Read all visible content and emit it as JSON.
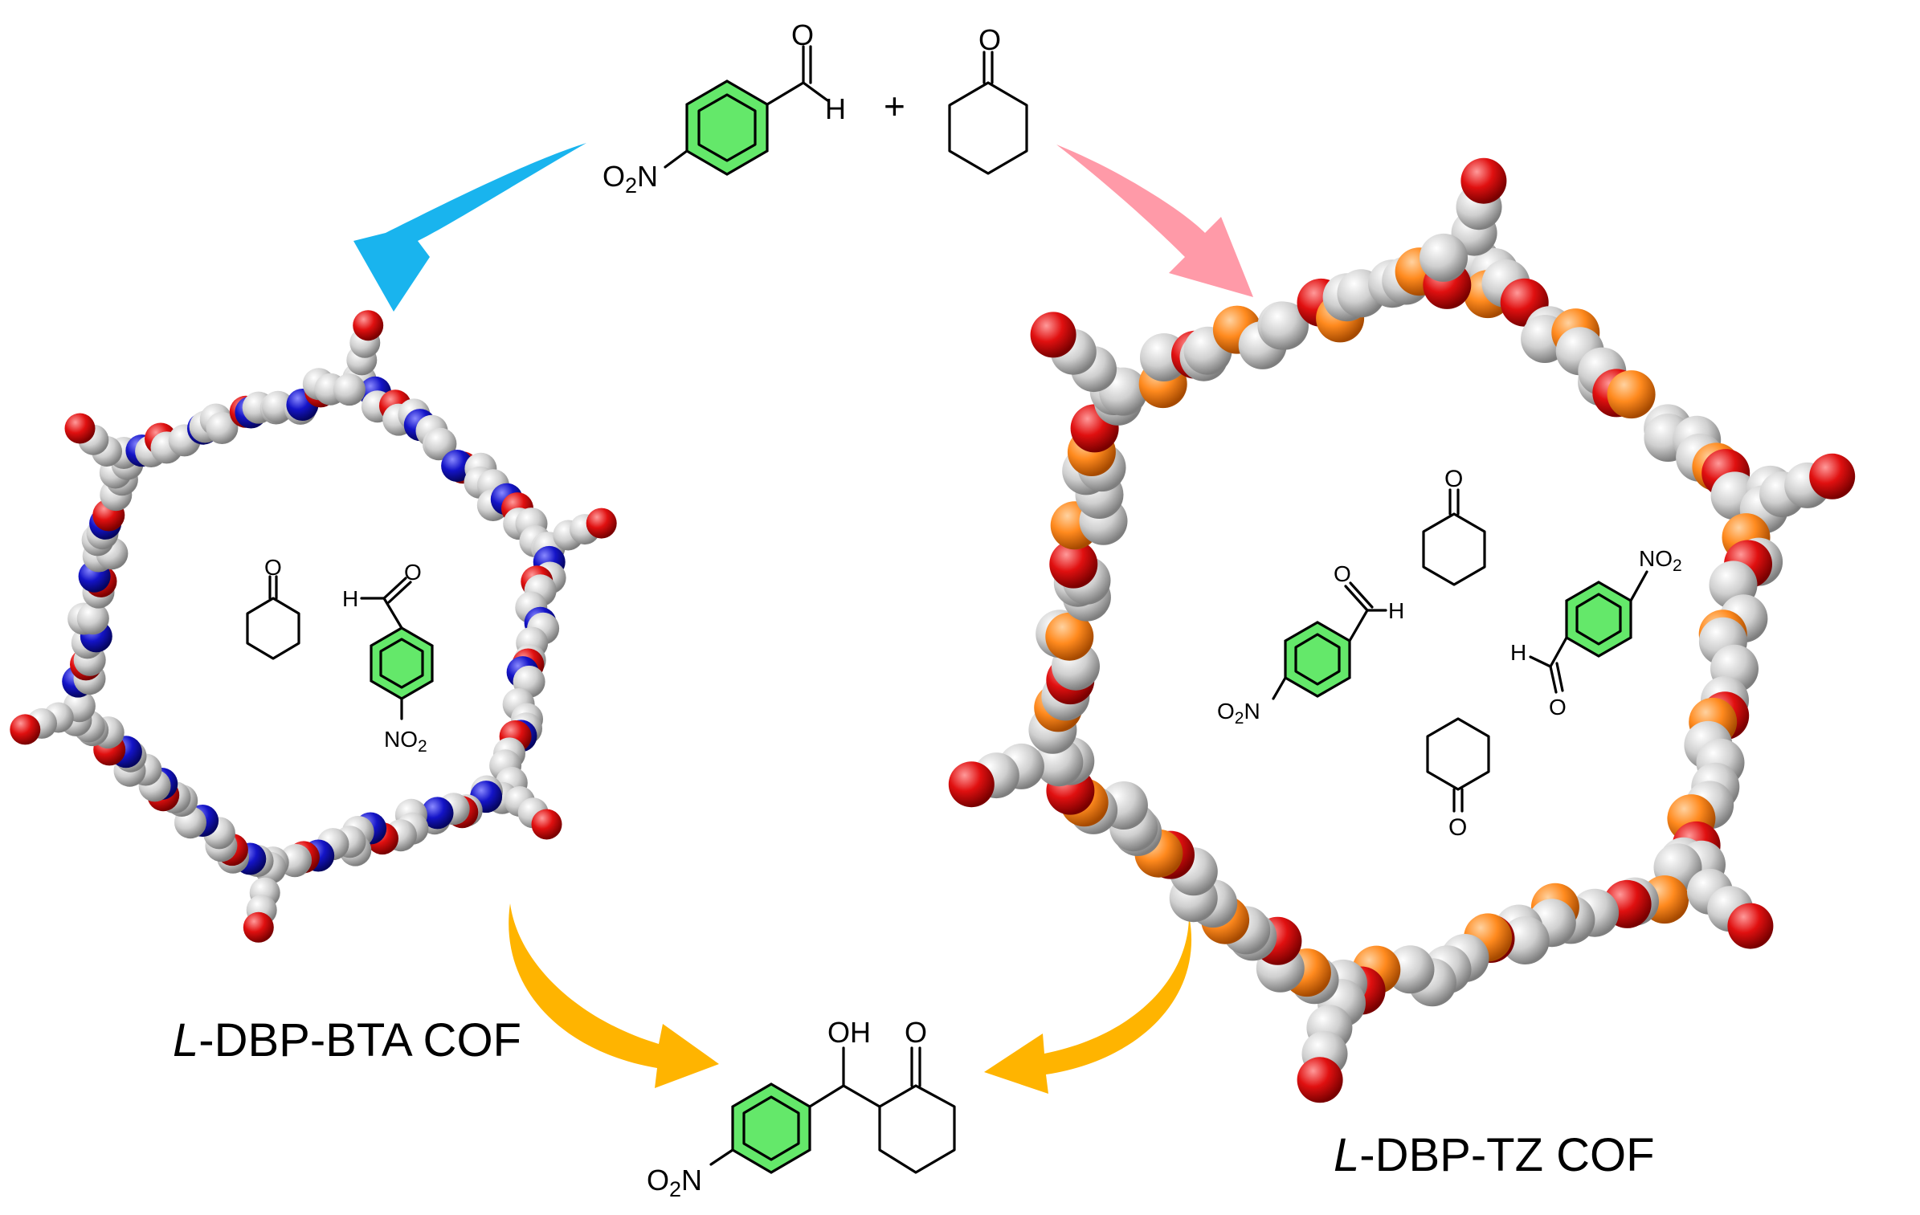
{
  "labels": {
    "left_cof_prefix": "L",
    "left_cof_rest": "-DBP-BTA COF",
    "right_cof_prefix": "L",
    "right_cof_rest": "-DBP-TZ COF"
  },
  "chemistry": {
    "plus_sign": "+",
    "aldehyde_H": "H",
    "carbonyl_O": "O",
    "nitro_left": "O2N",
    "nitro_right": "NO2",
    "hydroxyl": "OH"
  },
  "colors": {
    "arrow_blue": "#19b4ee",
    "arrow_pink": "#ff9aa8",
    "arrow_gold": "#ffb400",
    "benzene_fill": "#64e86a",
    "atom_carbon": "#cfcfcf",
    "atom_oxygen": "#e01010",
    "atom_nitrogen": "#1414c8",
    "atom_linker_tz": "#ff8a1e"
  }
}
